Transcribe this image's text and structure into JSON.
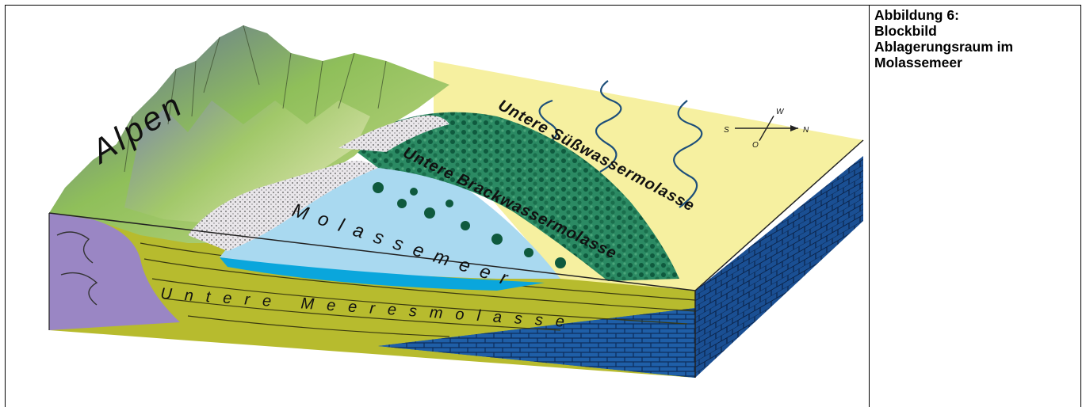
{
  "caption": {
    "line1": "Abbildung 6:",
    "line2": "Blockbild",
    "line3": "Ablagerungsraum im",
    "line4": "Molassemeer"
  },
  "diagram": {
    "labels": {
      "alpen": "Alpen",
      "suesswasser": "Untere Süßwassermolasse",
      "brackwasser": "Untere Brackwassermolasse",
      "molassemeer": "Molassemeer",
      "meeresmolasse": "Untere Meeresmolasse"
    },
    "compass": {
      "north": "N",
      "south": "S",
      "west": "W",
      "east": "O"
    },
    "colors": {
      "freshwater_plain": "#f6f0a0",
      "sea": "#a9d9f0",
      "sea_deep": "#0aa6dc",
      "vegetation": "#1f7a5a",
      "sediment": "#b7bb2e",
      "limestone": "#1f5fa8",
      "alps_core": "#9a86c4",
      "mountains": "#8fbf5a"
    }
  }
}
